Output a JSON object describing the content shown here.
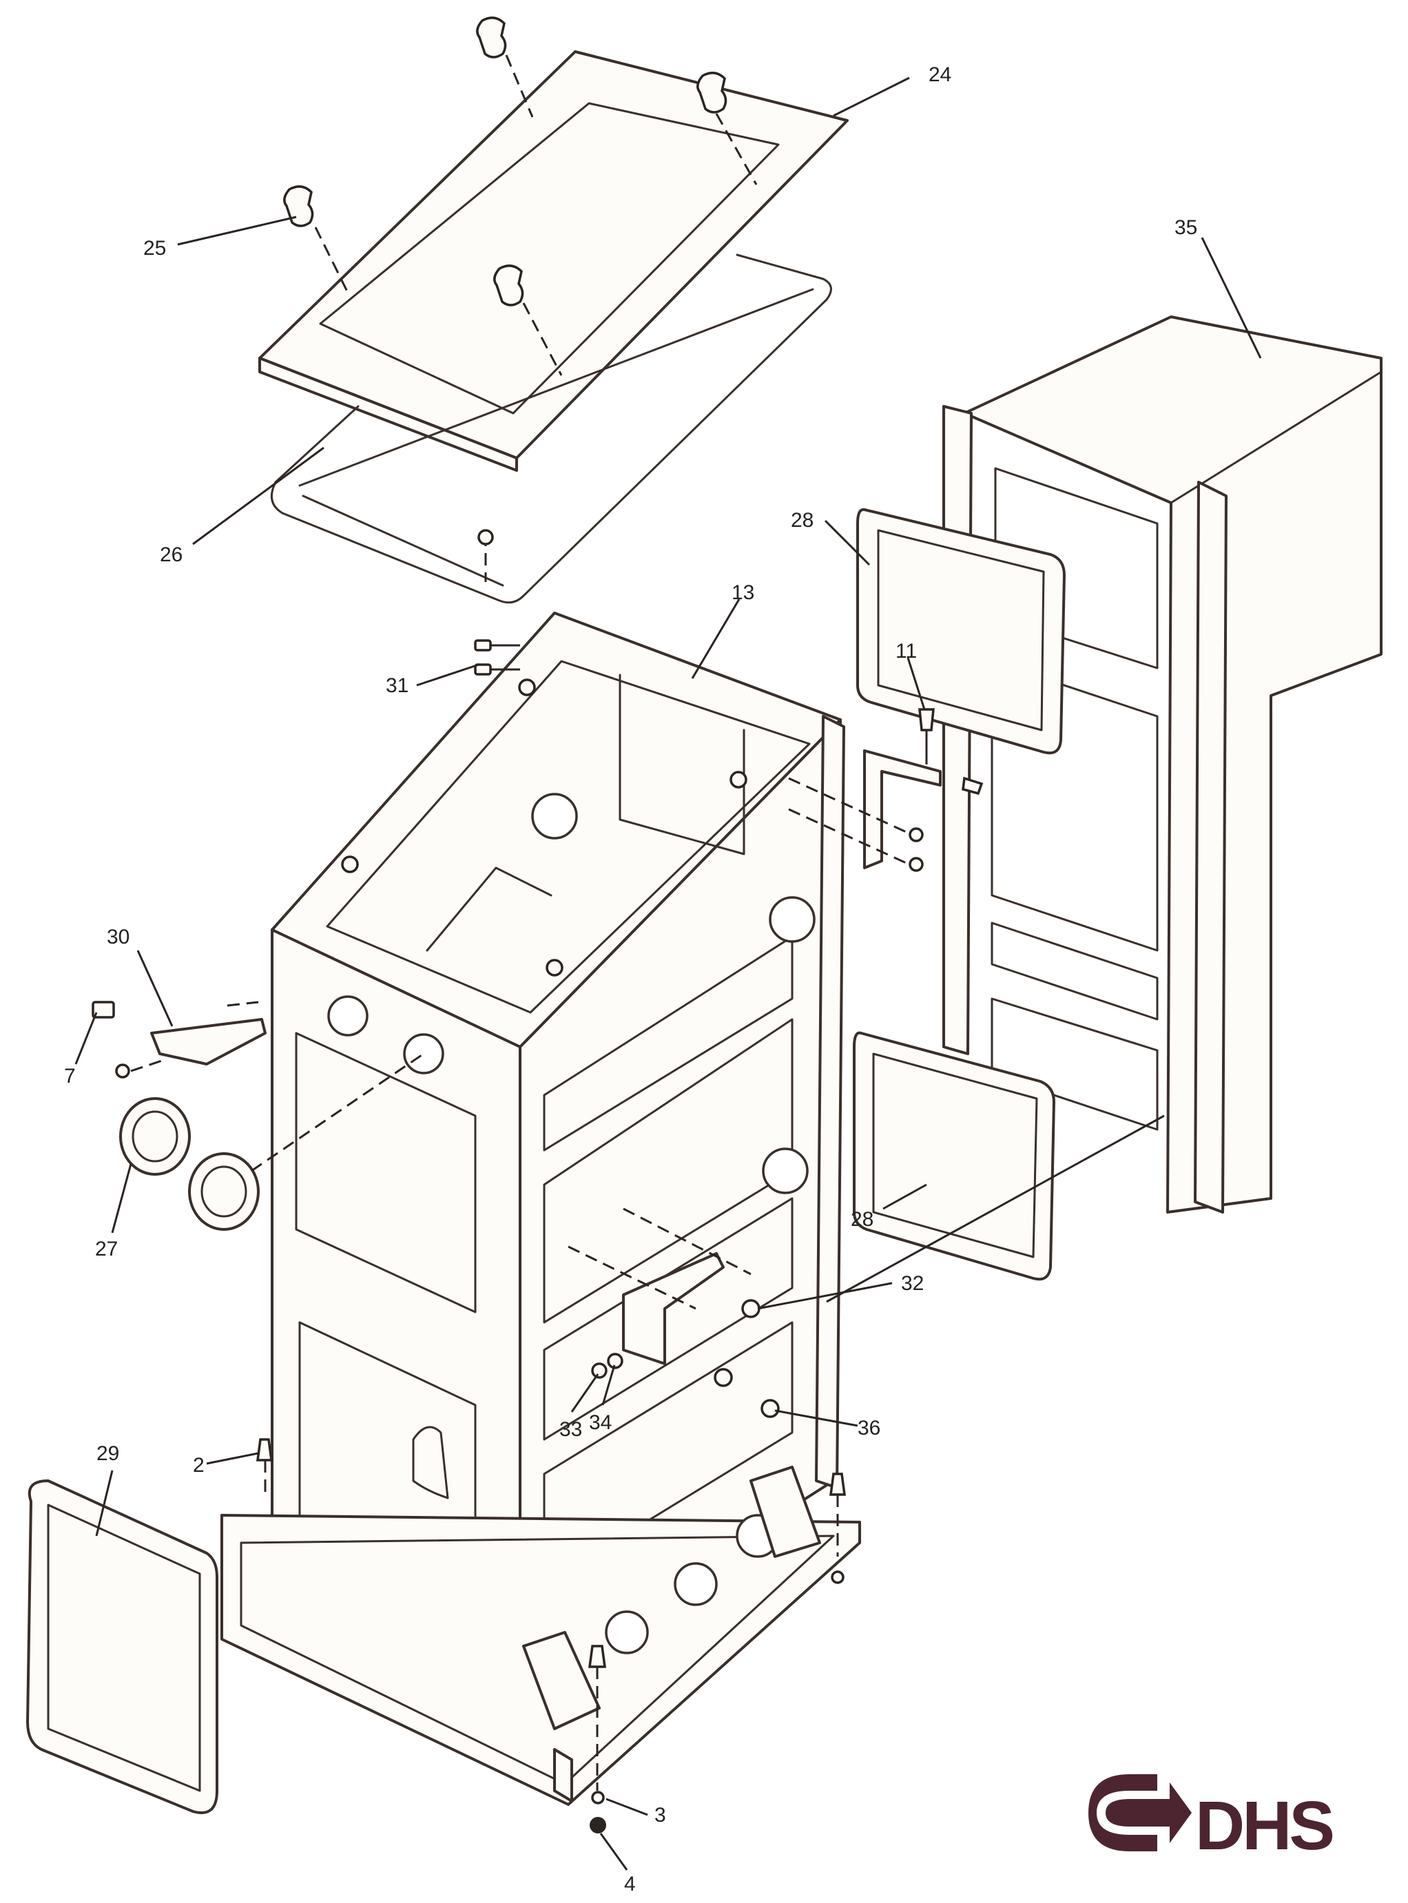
{
  "diagram": {
    "type": "exploded parts diagram",
    "callouts": [
      {
        "id": "c24",
        "label": "24"
      },
      {
        "id": "c25",
        "label": "25"
      },
      {
        "id": "c26",
        "label": "26"
      },
      {
        "id": "c35",
        "label": "35"
      },
      {
        "id": "c28a",
        "label": "28"
      },
      {
        "id": "c13",
        "label": "13"
      },
      {
        "id": "c11",
        "label": "11"
      },
      {
        "id": "c31",
        "label": "31"
      },
      {
        "id": "c30",
        "label": "30"
      },
      {
        "id": "c7",
        "label": "7"
      },
      {
        "id": "c27",
        "label": "27"
      },
      {
        "id": "c28b",
        "label": "28"
      },
      {
        "id": "c32",
        "label": "32"
      },
      {
        "id": "c33",
        "label": "33"
      },
      {
        "id": "c34",
        "label": "34"
      },
      {
        "id": "c36",
        "label": "36"
      },
      {
        "id": "c2",
        "label": "2"
      },
      {
        "id": "c29",
        "label": "29"
      },
      {
        "id": "c3",
        "label": "3"
      },
      {
        "id": "c4",
        "label": "4"
      }
    ]
  },
  "logo": {
    "text": "DHS",
    "color": "#4d2531"
  }
}
